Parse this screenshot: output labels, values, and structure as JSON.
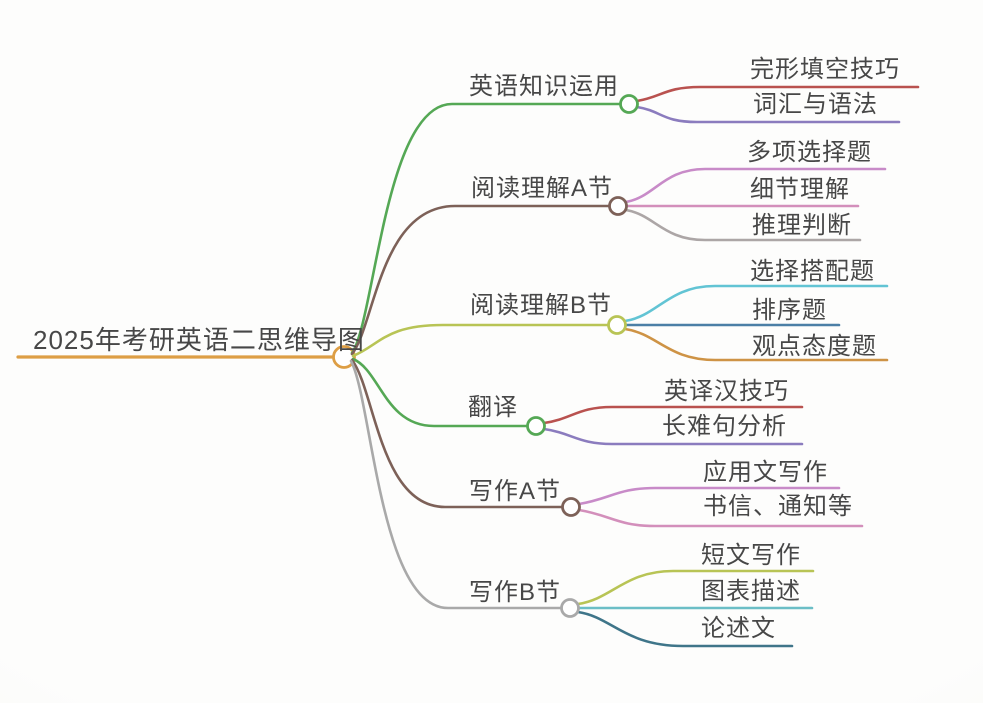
{
  "page": {
    "title": "2025年考研英语二思维导图"
  },
  "style": {
    "text_color": "#474747",
    "background": "#FBFAF8",
    "node_fill": "#FFFFFF"
  },
  "mindmap": {
    "root": {
      "label": "2025年考研英语二思维导图",
      "color": "#DD9E45"
    },
    "branches": [
      {
        "label": "英语知识运用",
        "color": "#55A855",
        "children": [
          {
            "label": "完形填空技巧",
            "color": "#B9524F"
          },
          {
            "label": "词汇与语法",
            "color": "#8B7CBE"
          }
        ]
      },
      {
        "label": "阅读理解A节",
        "color": "#7D6158",
        "children": [
          {
            "label": "多项选择题",
            "color": "#C88BC8"
          },
          {
            "label": "细节理解",
            "color": "#D38FBB"
          },
          {
            "label": "推理判断",
            "color": "#ACA6A6"
          }
        ]
      },
      {
        "label": "阅读理解B节",
        "color": "#B8C455",
        "children": [
          {
            "label": "选择搭配题",
            "color": "#62C4D4"
          },
          {
            "label": "排序题",
            "color": "#4B7FA6"
          },
          {
            "label": "观点态度题",
            "color": "#CE9345"
          }
        ]
      },
      {
        "label": "翻译",
        "color": "#55A855",
        "children": [
          {
            "label": "英译汉技巧",
            "color": "#B9524F"
          },
          {
            "label": "长难句分析",
            "color": "#8B7CBE"
          }
        ]
      },
      {
        "label": "写作A节",
        "color": "#7D6158",
        "children": [
          {
            "label": "应用文写作",
            "color": "#C88BC8"
          },
          {
            "label": "书信、通知等",
            "color": "#D38FBB"
          }
        ]
      },
      {
        "label": "写作B节",
        "color": "#A9A9A9",
        "children": [
          {
            "label": "短文写作",
            "color": "#B8C455"
          },
          {
            "label": "图表描述",
            "color": "#6BBEC6"
          },
          {
            "label": "论述文",
            "color": "#3F7589"
          }
        ]
      }
    ]
  }
}
